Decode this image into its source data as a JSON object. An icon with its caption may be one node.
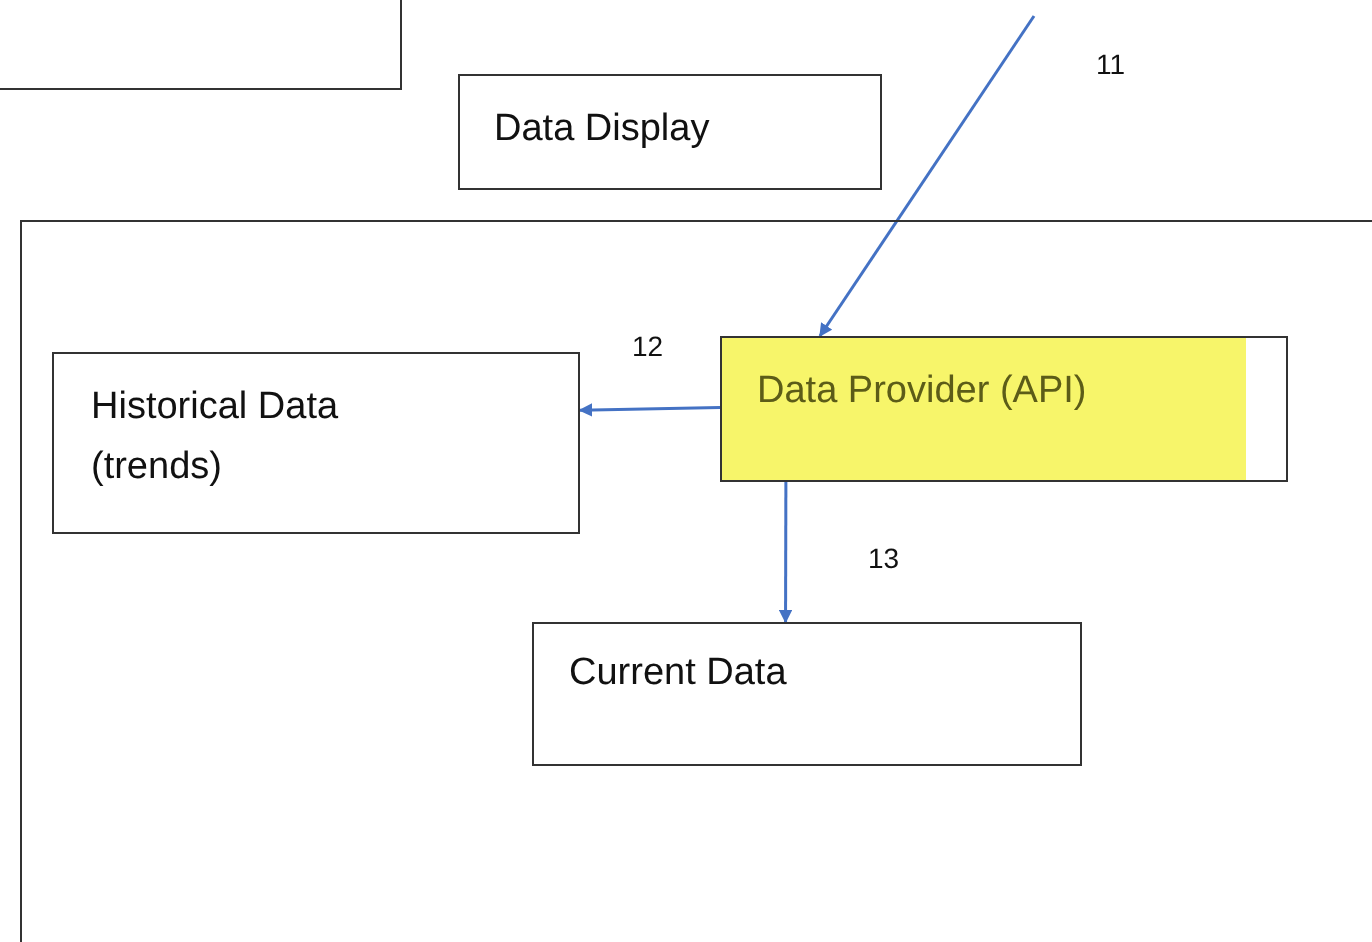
{
  "diagram": {
    "nodes": [
      {
        "text": [],
        "shape": "box"
      },
      {
        "text": [
          "Data Display"
        ]
      },
      {
        "text": [],
        "shape": "box"
      },
      {
        "text": [
          "Historical Data (trends)"
        ],
        "in": 2
      },
      {
        "text": [
          "Data Provider (API)"
        ],
        "in": 2
      },
      {
        "text": [
          "Current Data"
        ],
        "in": 2
      }
    ],
    "edges": [
      {
        "from": null,
        "to": 4,
        "arrow": "to",
        "label": "11"
      },
      {
        "from": 4,
        "to": 3,
        "arrow": "to",
        "label": "12"
      },
      {
        "from": 4,
        "to": 5,
        "arrow": "to",
        "label": "13"
      }
    ]
  }
}
